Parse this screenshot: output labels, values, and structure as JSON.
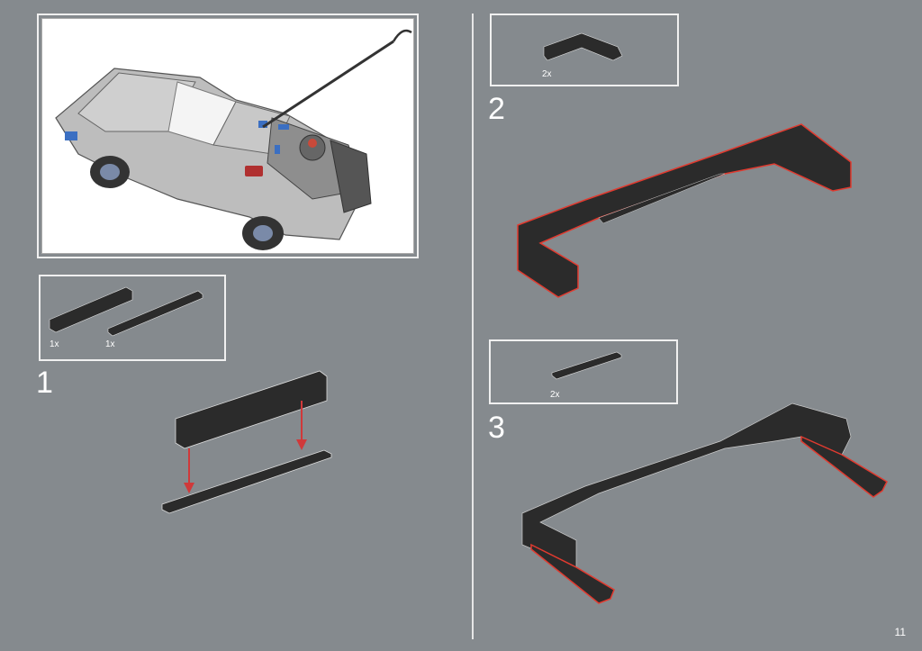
{
  "page": {
    "number": "11",
    "background": "#858a8e"
  },
  "overview_illustration": {
    "description": "Completed model preview: time-machine car with hook pole",
    "colors": {
      "body": "#b9b9b9",
      "accent_blue": "#3b6fc2",
      "accent_red": "#c0392b"
    }
  },
  "steps": [
    {
      "number": "1",
      "parts": [
        {
          "name": "technic-brick-1x8",
          "qty": "1x"
        },
        {
          "name": "plate-1x10",
          "qty": "1x"
        }
      ]
    },
    {
      "number": "2",
      "parts": [
        {
          "name": "technic-brick-corner-1x4",
          "qty": "2x"
        }
      ]
    },
    {
      "number": "3",
      "parts": [
        {
          "name": "plate-1x6",
          "qty": "2x"
        }
      ]
    }
  ],
  "colors": {
    "brick": "#2b2b2b",
    "highlight": "#e03a2f",
    "arrow": "#d0393a",
    "frame": "#f0f0f0"
  }
}
